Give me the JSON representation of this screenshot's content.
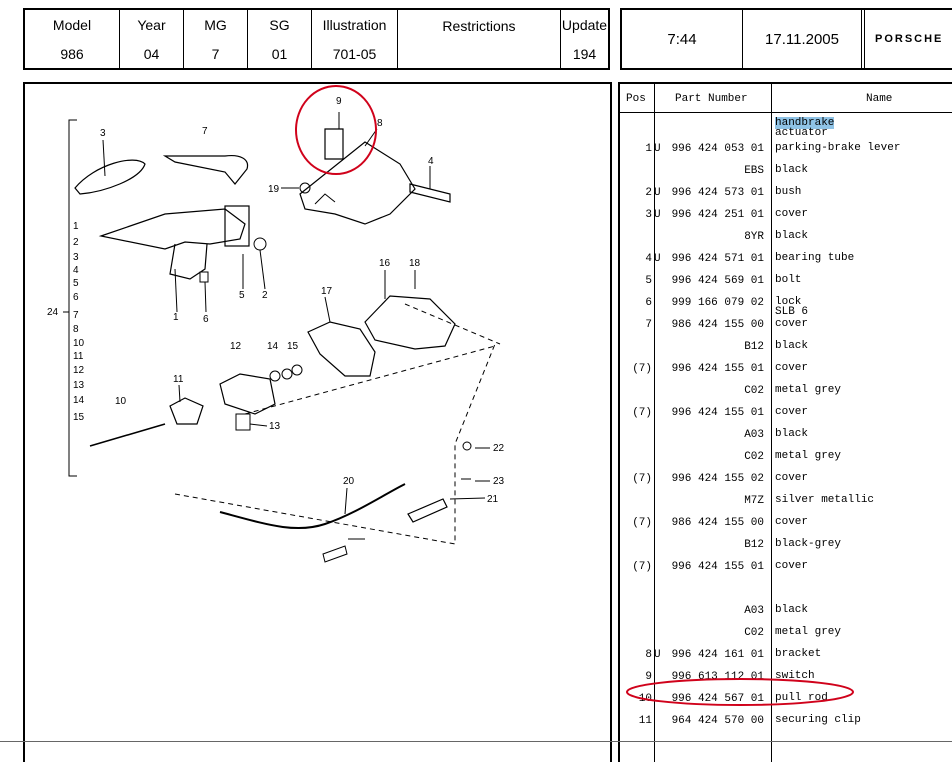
{
  "header": {
    "model_label": "Model",
    "model": "986",
    "year_label": "Year",
    "year": "04",
    "mg_label": "MG",
    "mg": "7",
    "sg_label": "SG",
    "sg": "01",
    "illustration_label": "Illustration",
    "illustration": "701-05",
    "restrictions_label": "Restrictions",
    "update_label": "Update",
    "update": "194",
    "time": "7:44",
    "date": "17.11.2005",
    "brand": "PORSCHE"
  },
  "parts_table": {
    "headers": {
      "pos": "Pos",
      "part_number": "Part Number",
      "name": "Name"
    },
    "group_title": "handbrake",
    "group_subtitle": "actuator",
    "rows": [
      {
        "pos": "1",
        "u": "U",
        "pn": "996 424 053 01",
        "name": "parking-brake lever"
      },
      {
        "pos": "",
        "u": "",
        "pn": "EBS",
        "name": "black"
      },
      {
        "pos": "2",
        "u": "U",
        "pn": "996 424 573 01",
        "name": "bush"
      },
      {
        "pos": "3",
        "u": "U",
        "pn": "996 424 251 01",
        "name": "cover"
      },
      {
        "pos": "",
        "u": "",
        "pn": "8YR",
        "name": "black"
      },
      {
        "pos": "4",
        "u": "U",
        "pn": "996 424 571 01",
        "name": "bearing tube"
      },
      {
        "pos": "5",
        "u": "",
        "pn": "996 424 569 01",
        "name": "bolt"
      },
      {
        "pos": "6",
        "u": "",
        "pn": "999 166 079 02",
        "name": "lock",
        "name2": "SLB 6"
      },
      {
        "pos": "7",
        "u": "",
        "pn": "986 424 155 00",
        "name": "cover"
      },
      {
        "pos": "",
        "u": "",
        "pn": "B12",
        "name": "black"
      },
      {
        "pos": "(7)",
        "u": "",
        "pn": "996 424 155 01",
        "name": "cover"
      },
      {
        "pos": "",
        "u": "",
        "pn": "C02",
        "name": "metal grey"
      },
      {
        "pos": "(7)",
        "u": "",
        "pn": "996 424 155 01",
        "name": "cover"
      },
      {
        "pos": "",
        "u": "",
        "pn": "A03",
        "name": "black"
      },
      {
        "pos": "",
        "u": "",
        "pn": "C02",
        "name": "metal grey"
      },
      {
        "pos": "(7)",
        "u": "",
        "pn": "996 424 155 02",
        "name": "cover"
      },
      {
        "pos": "",
        "u": "",
        "pn": "M7Z",
        "name": "silver metallic"
      },
      {
        "pos": "(7)",
        "u": "",
        "pn": "986 424 155 00",
        "name": "cover"
      },
      {
        "pos": "",
        "u": "",
        "pn": "B12",
        "name": "black-grey"
      },
      {
        "pos": "(7)",
        "u": "",
        "pn": "996 424 155 01",
        "name": "cover"
      },
      {
        "pos": "",
        "u": "",
        "pn": "",
        "name": ""
      },
      {
        "pos": "",
        "u": "",
        "pn": "A03",
        "name": "black"
      },
      {
        "pos": "",
        "u": "",
        "pn": "C02",
        "name": "metal grey"
      },
      {
        "pos": "8",
        "u": "U",
        "pn": "996 424 161 01",
        "name": "bracket"
      },
      {
        "pos": "9",
        "u": "",
        "pn": "996 613 112 01",
        "name": "switch"
      },
      {
        "pos": "10",
        "u": "",
        "pn": "996 424 567 01",
        "name": "pull rod"
      },
      {
        "pos": "11",
        "u": "",
        "pn": "964 424 570 00",
        "name": "securing clip"
      }
    ]
  },
  "illustration_labels": {
    "left_bracket": [
      "1",
      "2",
      "3",
      "4",
      "5",
      "6",
      "7",
      "8",
      "10",
      "11",
      "12",
      "13",
      "14",
      "15"
    ],
    "bracket_total": "24",
    "callouts": [
      "1",
      "2",
      "3",
      "4",
      "5",
      "6",
      "7",
      "8",
      "9",
      "10",
      "11",
      "12",
      "13",
      "14",
      "15",
      "16",
      "17",
      "18",
      "19",
      "20",
      "21",
      "22",
      "23"
    ]
  },
  "colors": {
    "highlight": "#8fc3e6",
    "annotation": "#d0021b"
  }
}
